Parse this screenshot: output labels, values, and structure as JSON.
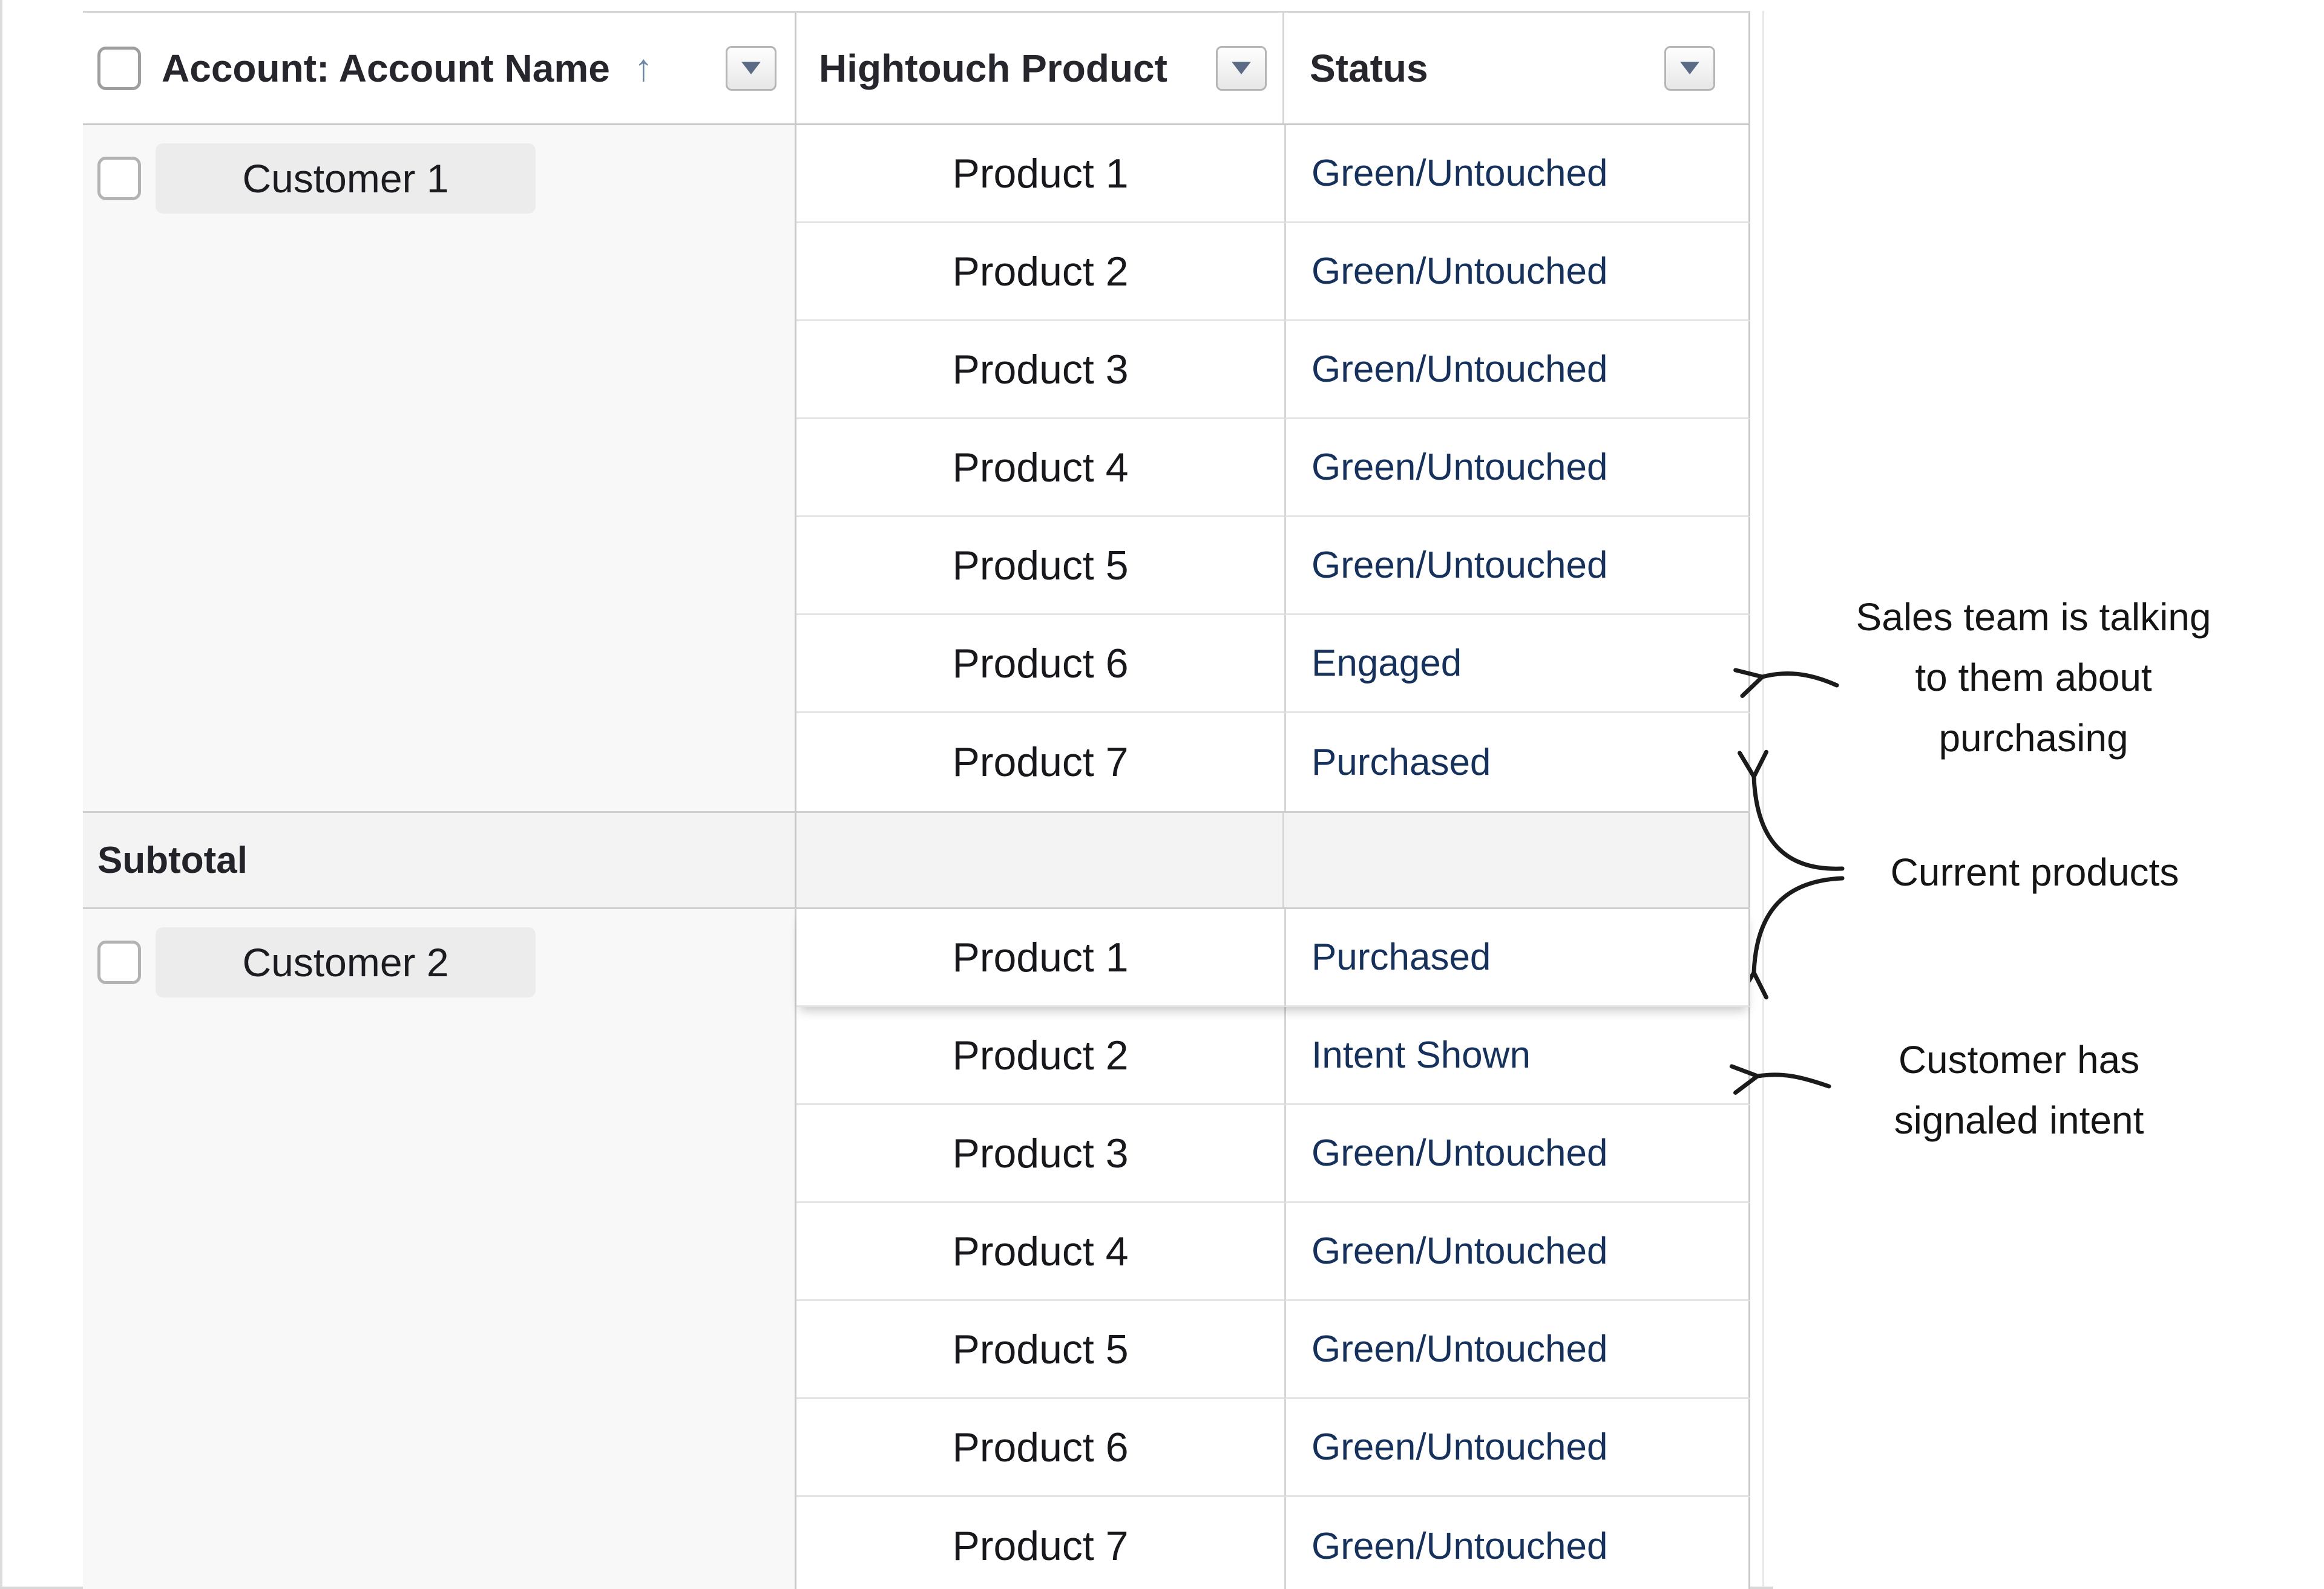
{
  "header": {
    "account": "Account: Account Name",
    "product": "Hightouch Product",
    "status": "Status"
  },
  "groups": [
    {
      "account": "Customer 1",
      "rows": [
        {
          "product": "Product 1",
          "status": "Green/Untouched"
        },
        {
          "product": "Product 2",
          "status": "Green/Untouched"
        },
        {
          "product": "Product 3",
          "status": "Green/Untouched"
        },
        {
          "product": "Product 4",
          "status": "Green/Untouched"
        },
        {
          "product": "Product 5",
          "status": "Green/Untouched"
        },
        {
          "product": "Product 6",
          "status": "Engaged"
        },
        {
          "product": "Product 7",
          "status": "Purchased"
        }
      ],
      "subtotal": "Subtotal"
    },
    {
      "account": "Customer 2",
      "rows": [
        {
          "product": "Product 1",
          "status": "Purchased"
        },
        {
          "product": "Product 2",
          "status": "Intent Shown"
        },
        {
          "product": "Product 3",
          "status": "Green/Untouched"
        },
        {
          "product": "Product 4",
          "status": "Green/Untouched"
        },
        {
          "product": "Product 5",
          "status": "Green/Untouched"
        },
        {
          "product": "Product 6",
          "status": "Green/Untouched"
        },
        {
          "product": "Product 7",
          "status": "Green/Untouched"
        }
      ],
      "subtotal": null
    }
  ],
  "annotations": [
    {
      "text": "Sales team is talking to them about purchasing"
    },
    {
      "text": "Current products"
    },
    {
      "text": "Customer has signaled intent"
    }
  ],
  "icons": {
    "sort": "up-arrow",
    "filter": "dropdown-triangle",
    "checkbox": "checkbox-unchecked"
  },
  "colors": {
    "status_text": "#16325c",
    "body_text": "#17171c",
    "header_text": "#26262c",
    "account_bg": "#f8f8f8",
    "chip_bg": "#ececec",
    "subtotal_bg": "#f3f3f3",
    "column_border": "#c9c9c9",
    "row_border": "#e4e4e4",
    "annotation_arrow": "#1b1b1b"
  }
}
